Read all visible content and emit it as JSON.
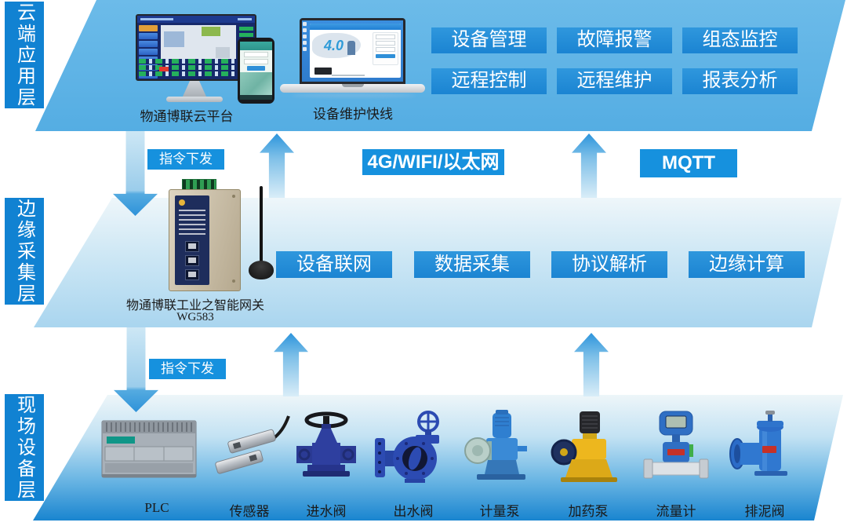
{
  "layers": {
    "cloud": {
      "label": "云端应用层",
      "platform_caption": "物通博联云平台",
      "laptop_caption": "设备维护快线",
      "laptop_screen_text": "4.0",
      "features": [
        "设备管理",
        "故障报警",
        "组态监控",
        "远程控制",
        "远程维护",
        "报表分析"
      ]
    },
    "edge": {
      "label": "边缘采集层",
      "features": [
        "设备联网",
        "数据采集",
        "协议解析",
        "边缘计算"
      ],
      "gateway_caption_line1": "物通博联工业之智能网关",
      "gateway_caption_line2": "WG583"
    },
    "field": {
      "label": "现场设备层",
      "devices": [
        "PLC",
        "传感器",
        "进水阀",
        "出水阀",
        "计量泵",
        "加药泵",
        "流量计",
        "排泥阀"
      ]
    }
  },
  "connections": {
    "command_down_top": "指令下发",
    "command_down_bottom": "指令下发",
    "uplink_protocol": "4G/WIFI/以太网",
    "mqtt_protocol": "MQTT"
  },
  "colors": {
    "accent_blue": "#1487d8",
    "label_strip_blue": "#1182d2",
    "band_deep_blue": "#0d7ccd"
  }
}
